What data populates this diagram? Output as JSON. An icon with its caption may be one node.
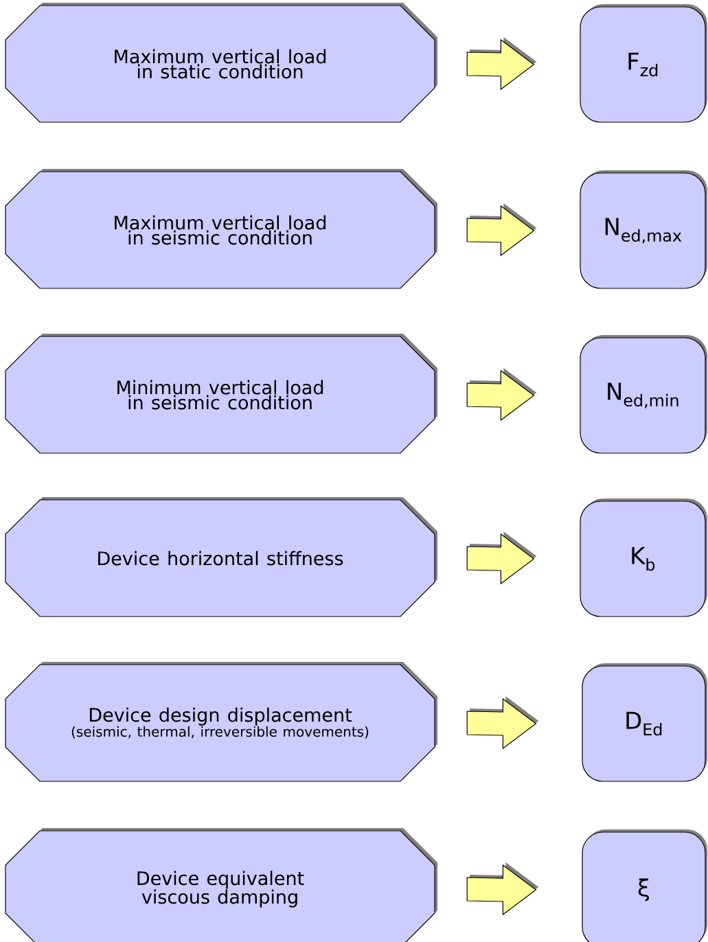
{
  "diagram": {
    "nodes": [
      {
        "text": [
          "Maximum vertical load in static condition"
        ]
      },
      {
        "text": [
          "F$_{zd}$"
        ]
      },
      {
        "text": [
          "Maximum vertical load in seismic condition"
        ]
      },
      {
        "text": [
          "N$_{ed,max}$"
        ]
      },
      {
        "text": [
          "Minimum vertical load in seismic condition"
        ]
      },
      {
        "text": [
          "N$_{ed,min}$"
        ]
      },
      {
        "text": [
          "Device horizontal stiffness"
        ]
      },
      {
        "text": [
          "K$_{b}$"
        ]
      },
      {
        "text": [
          "Device design displacement",
          "(seismic, thermal, irreversible movements)"
        ]
      },
      {
        "text": [
          "D$_{Ed}$"
        ]
      },
      {
        "text": [
          "Device equivalent viscous damping"
        ]
      },
      {
        "text": [
          "ξ"
        ]
      }
    ],
    "edges": [
      {
        "from": 0,
        "to": 1,
        "arrow": "to"
      },
      {
        "from": 2,
        "to": 3,
        "arrow": "to"
      },
      {
        "from": 4,
        "to": 5,
        "arrow": "to"
      },
      {
        "from": 6,
        "to": 7,
        "arrow": "to"
      },
      {
        "from": 8,
        "to": 9,
        "arrow": "to"
      },
      {
        "from": 10,
        "to": 11,
        "arrow": "to"
      }
    ]
  }
}
